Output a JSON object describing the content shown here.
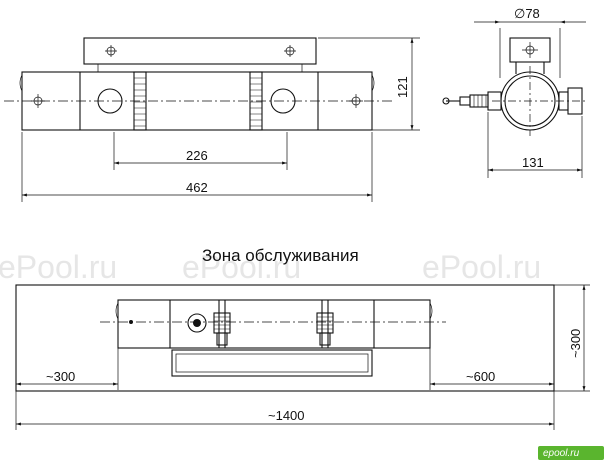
{
  "watermark": {
    "text": "ePool.ru",
    "brand": "epool.ru"
  },
  "top_view": {
    "dim_226": "226",
    "dim_462": "462",
    "dim_121": "121"
  },
  "side_view": {
    "dim_diameter": "∅78",
    "dim_131": "131"
  },
  "service_zone": {
    "title": "Зона обслуживания",
    "dim_left": "~300",
    "dim_right": "~600",
    "dim_height": "~300",
    "dim_total": "~1400"
  }
}
